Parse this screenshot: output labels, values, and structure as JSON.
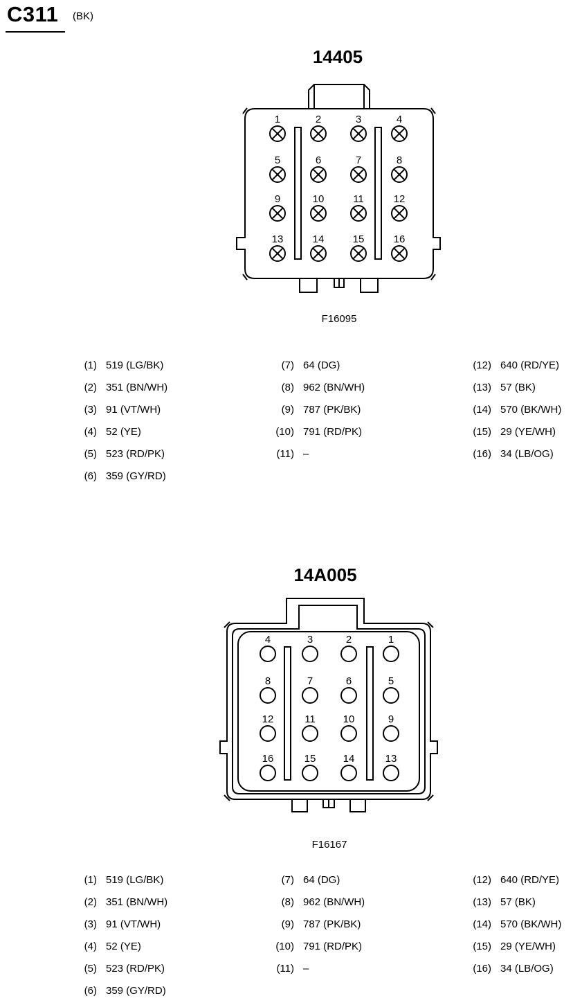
{
  "header": {
    "connector_id": "C311",
    "color_code": "(BK)"
  },
  "connectors": [
    {
      "part_number": "14405",
      "figure_id": "F16095",
      "pin_numbers": [
        "1",
        "2",
        "3",
        "4",
        "5",
        "6",
        "7",
        "8",
        "9",
        "10",
        "11",
        "12",
        "13",
        "14",
        "15",
        "16"
      ],
      "pin_style": "crossed",
      "pins": [
        {
          "pin": "(1)",
          "circuit": "519 (LG/BK)"
        },
        {
          "pin": "(2)",
          "circuit": "351 (BN/WH)"
        },
        {
          "pin": "(3)",
          "circuit": "91 (VT/WH)"
        },
        {
          "pin": "(4)",
          "circuit": "52 (YE)"
        },
        {
          "pin": "(5)",
          "circuit": "523 (RD/PK)"
        },
        {
          "pin": "(6)",
          "circuit": "359 (GY/RD)"
        },
        {
          "pin": "(7)",
          "circuit": "64 (DG)"
        },
        {
          "pin": "(8)",
          "circuit": "962 (BN/WH)"
        },
        {
          "pin": "(9)",
          "circuit": "787 (PK/BK)"
        },
        {
          "pin": "(10)",
          "circuit": "791 (RD/PK)"
        },
        {
          "pin": "(11)",
          "circuit": "–"
        },
        {
          "pin": "(12)",
          "circuit": "640 (RD/YE)"
        },
        {
          "pin": "(13)",
          "circuit": "57 (BK)"
        },
        {
          "pin": "(14)",
          "circuit": "570 (BK/WH)"
        },
        {
          "pin": "(15)",
          "circuit": "29 (YE/WH)"
        },
        {
          "pin": "(16)",
          "circuit": "34 (LB/OG)"
        }
      ]
    },
    {
      "part_number": "14A005",
      "figure_id": "F16167",
      "pin_numbers": [
        "4",
        "3",
        "2",
        "1",
        "8",
        "7",
        "6",
        "5",
        "12",
        "11",
        "10",
        "9",
        "16",
        "15",
        "14",
        "13"
      ],
      "pin_style": "open",
      "pins": [
        {
          "pin": "(1)",
          "circuit": "519 (LG/BK)"
        },
        {
          "pin": "(2)",
          "circuit": "351 (BN/WH)"
        },
        {
          "pin": "(3)",
          "circuit": "91 (VT/WH)"
        },
        {
          "pin": "(4)",
          "circuit": "52 (YE)"
        },
        {
          "pin": "(5)",
          "circuit": "523 (RD/PK)"
        },
        {
          "pin": "(6)",
          "circuit": "359 (GY/RD)"
        },
        {
          "pin": "(7)",
          "circuit": "64 (DG)"
        },
        {
          "pin": "(8)",
          "circuit": "962 (BN/WH)"
        },
        {
          "pin": "(9)",
          "circuit": "787 (PK/BK)"
        },
        {
          "pin": "(10)",
          "circuit": "791 (RD/PK)"
        },
        {
          "pin": "(11)",
          "circuit": "–"
        },
        {
          "pin": "(12)",
          "circuit": "640 (RD/YE)"
        },
        {
          "pin": "(13)",
          "circuit": "57 (BK)"
        },
        {
          "pin": "(14)",
          "circuit": "570 (BK/WH)"
        },
        {
          "pin": "(15)",
          "circuit": "29 (YE/WH)"
        },
        {
          "pin": "(16)",
          "circuit": "34 (LB/OG)"
        }
      ]
    }
  ]
}
